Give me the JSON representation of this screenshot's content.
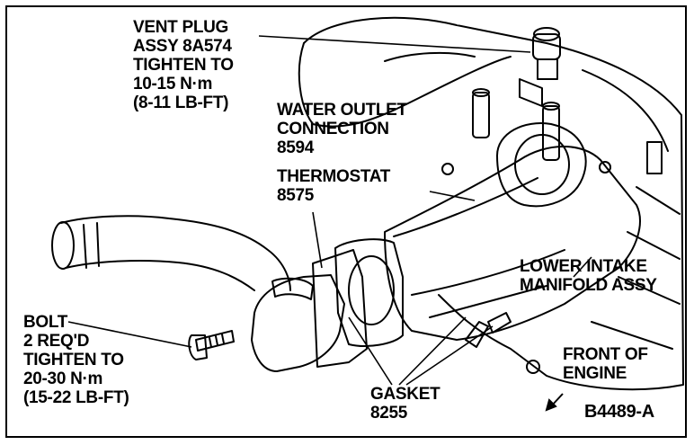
{
  "labels": {
    "vent_plug": [
      "VENT PLUG",
      "ASSY 8A574",
      "TIGHTEN TO",
      "10-15 N·m",
      "(8-11 LB-FT)"
    ],
    "water_outlet": [
      "WATER OUTLET",
      "CONNECTION",
      "8594"
    ],
    "thermostat": [
      "THERMOSTAT",
      "8575"
    ],
    "lower_intake": [
      "LOWER INTAKE",
      "MANIFOLD ASSY"
    ],
    "bolt": [
      "BOLT",
      "2 REQ'D",
      "TIGHTEN TO",
      "20-30 N·m",
      "(15-22 LB-FT)"
    ],
    "gasket": [
      "GASKET",
      "8255"
    ],
    "front_of_engine": [
      "FRONT OF",
      "ENGINE"
    ],
    "figure_code": "B4489-A"
  }
}
